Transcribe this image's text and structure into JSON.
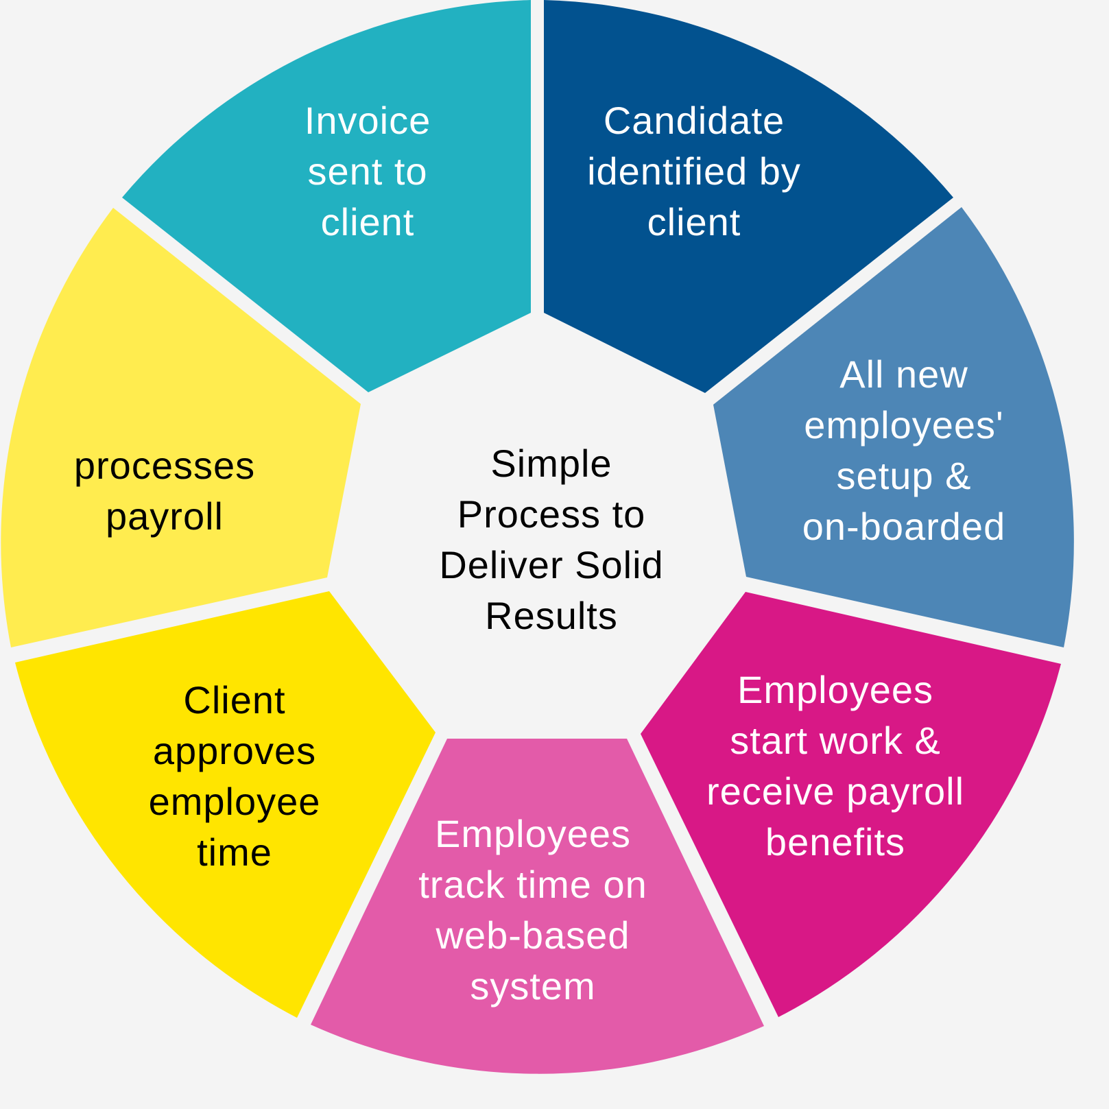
{
  "center": {
    "lines": [
      "Simple",
      "Process to",
      "Deliver Solid",
      "Results"
    ],
    "text_color": "#000000"
  },
  "segments": [
    {
      "id": "candidate-identified",
      "color": "#02528f",
      "text_color": "#ffffff",
      "lines": [
        "Candidate",
        "identified by",
        "client"
      ]
    },
    {
      "id": "employees-setup",
      "color": "#4d86b6",
      "text_color": "#ffffff",
      "lines": [
        "All new",
        "employees'",
        "setup &",
        "on-boarded"
      ]
    },
    {
      "id": "employees-start-work",
      "color": "#d81886",
      "text_color": "#ffffff",
      "lines": [
        "Employees",
        "start work &",
        "receive payroll",
        "benefits"
      ]
    },
    {
      "id": "employees-track-time",
      "color": "#e35ba9",
      "text_color": "#ffffff",
      "lines": [
        "Employees",
        "track time on",
        "web-based",
        "system"
      ]
    },
    {
      "id": "client-approves-time",
      "color": "#ffe500",
      "text_color": "#000000",
      "lines": [
        "Client",
        "approves",
        "employee",
        "time"
      ]
    },
    {
      "id": "processes-payroll",
      "color": "#ffec4f",
      "text_color": "#000000",
      "lines": [
        "processes",
        "payroll"
      ]
    },
    {
      "id": "invoice-sent",
      "color": "#22b1c1",
      "text_color": "#ffffff",
      "lines": [
        "Invoice",
        "sent to",
        "client"
      ]
    }
  ]
}
